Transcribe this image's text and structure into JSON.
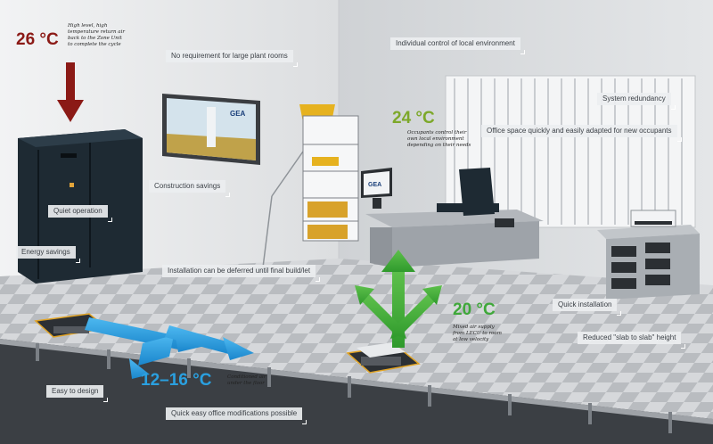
{
  "temps": {
    "return_air": "26 °C",
    "zone": "24 °C",
    "supply": "20 °C",
    "underfloor": "12–16 °C"
  },
  "notes": {
    "return_air": [
      "High level, high",
      "temperature return air",
      "back to the Zone Unit",
      "to complete the cycle"
    ],
    "zone": [
      "Occupants control their",
      "own local environment",
      "depending on their needs"
    ],
    "supply": [
      "Mixed air supply",
      "from LECU to room",
      "at low velocity"
    ],
    "underfloor": [
      "Conditioned air",
      "under the floor"
    ]
  },
  "labels": {
    "no_plant_rooms": "No requirement for large plant rooms",
    "individual_control": "Individual control of local environment",
    "system_redundancy": "System redundancy",
    "office_space": "Office space quickly and easily adapted for new occupants",
    "construction_savings": "Construction savings",
    "quiet_operation": "Quiet operation",
    "energy_savings": "Energy savings",
    "installation_deferred": "Installation can be deferred until final build/let",
    "quick_installation": "Quick installation",
    "slab_height": "Reduced \"slab to slab\" height",
    "easy_design": "Easy to design",
    "quick_modifications": "Quick easy office modifications possible"
  },
  "brand": {
    "tv_logo": "GEA",
    "monitor_logo": "GEA"
  },
  "colors": {
    "return_arrow": "#8b1a16",
    "zone_temp": "#7da82a",
    "supply_arrow": "#3fa83a",
    "cool_air": "#2aa0e0",
    "label_text": "#3a3f45"
  }
}
